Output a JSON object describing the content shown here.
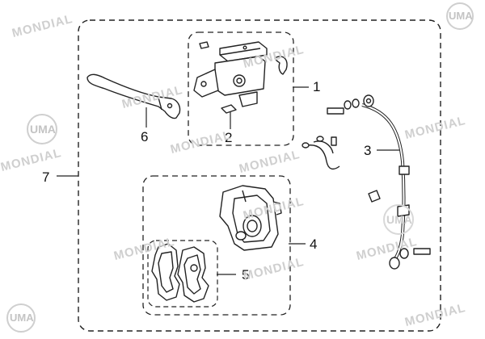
{
  "callouts": [
    "1",
    "2",
    "3",
    "4",
    "5",
    "6",
    "7"
  ],
  "watermark": {
    "brand": "MONDIAL",
    "logo_text": "UMA"
  },
  "colors": {
    "line": "#222222",
    "watermark": "#cfcfcf"
  }
}
